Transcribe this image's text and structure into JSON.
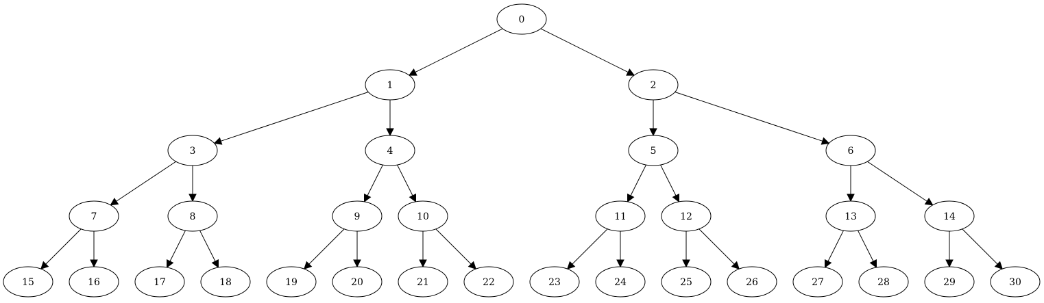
{
  "graph": {
    "nodes": [
      {
        "id": "0",
        "label": "0"
      },
      {
        "id": "1",
        "label": "1"
      },
      {
        "id": "2",
        "label": "2"
      },
      {
        "id": "3",
        "label": "3"
      },
      {
        "id": "4",
        "label": "4"
      },
      {
        "id": "5",
        "label": "5"
      },
      {
        "id": "6",
        "label": "6"
      },
      {
        "id": "7",
        "label": "7"
      },
      {
        "id": "8",
        "label": "8"
      },
      {
        "id": "9",
        "label": "9"
      },
      {
        "id": "10",
        "label": "10"
      },
      {
        "id": "11",
        "label": "11"
      },
      {
        "id": "12",
        "label": "12"
      },
      {
        "id": "13",
        "label": "13"
      },
      {
        "id": "14",
        "label": "14"
      },
      {
        "id": "15",
        "label": "15"
      },
      {
        "id": "16",
        "label": "16"
      },
      {
        "id": "17",
        "label": "17"
      },
      {
        "id": "18",
        "label": "18"
      },
      {
        "id": "19",
        "label": "19"
      },
      {
        "id": "20",
        "label": "20"
      },
      {
        "id": "21",
        "label": "21"
      },
      {
        "id": "22",
        "label": "22"
      },
      {
        "id": "23",
        "label": "23"
      },
      {
        "id": "24",
        "label": "24"
      },
      {
        "id": "25",
        "label": "25"
      },
      {
        "id": "26",
        "label": "26"
      },
      {
        "id": "27",
        "label": "27"
      },
      {
        "id": "28",
        "label": "28"
      },
      {
        "id": "29",
        "label": "29"
      },
      {
        "id": "30",
        "label": "30"
      }
    ],
    "edges": [
      [
        "0",
        "1"
      ],
      [
        "0",
        "2"
      ],
      [
        "1",
        "3"
      ],
      [
        "1",
        "4"
      ],
      [
        "2",
        "5"
      ],
      [
        "2",
        "6"
      ],
      [
        "3",
        "7"
      ],
      [
        "3",
        "8"
      ],
      [
        "4",
        "9"
      ],
      [
        "4",
        "10"
      ],
      [
        "5",
        "11"
      ],
      [
        "5",
        "12"
      ],
      [
        "6",
        "13"
      ],
      [
        "6",
        "14"
      ],
      [
        "7",
        "15"
      ],
      [
        "7",
        "16"
      ],
      [
        "8",
        "17"
      ],
      [
        "8",
        "18"
      ],
      [
        "9",
        "19"
      ],
      [
        "9",
        "20"
      ],
      [
        "10",
        "21"
      ],
      [
        "10",
        "22"
      ],
      [
        "11",
        "23"
      ],
      [
        "11",
        "24"
      ],
      [
        "12",
        "25"
      ],
      [
        "12",
        "26"
      ],
      [
        "13",
        "27"
      ],
      [
        "13",
        "28"
      ],
      [
        "14",
        "29"
      ],
      [
        "14",
        "30"
      ]
    ]
  }
}
